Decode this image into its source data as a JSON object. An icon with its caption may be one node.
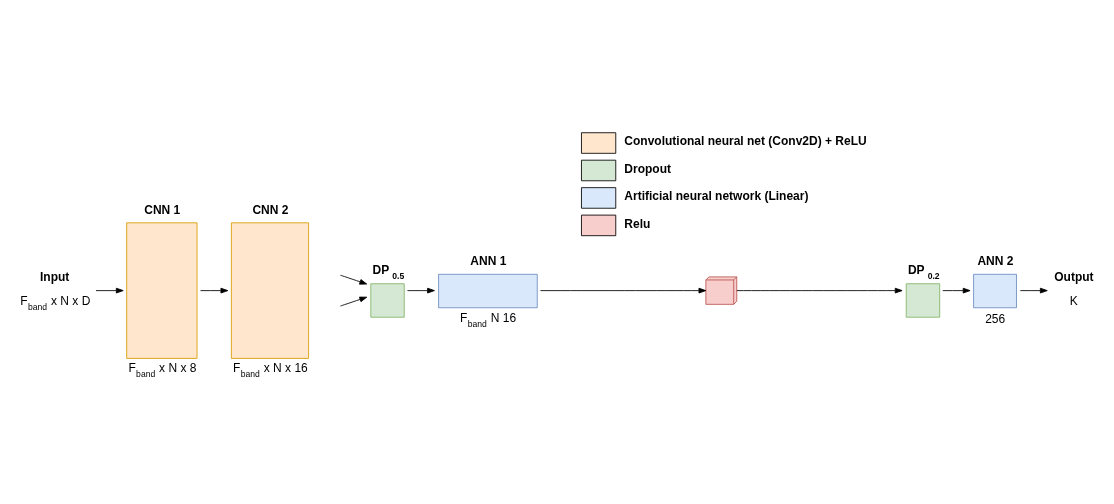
{
  "diagram": {
    "nodes": [
      {
        "text": [
          "Input",
          "F$_{band}$ x N x D"
        ]
      },
      {
        "text": [
          "CNN 1"
        ],
        "beside": [
          "F$_{band}$ x N x 8"
        ]
      },
      {
        "text": [
          "CNN 2"
        ],
        "beside": [
          "F$_{band}$ x N x 16"
        ]
      },
      {
        "text": [
          "DP $_{0.5}$"
        ]
      },
      {
        "text": [
          "ANN 1"
        ],
        "beside": [
          "F$_{band}$ N 16"
        ]
      },
      {
        "text": [],
        "shape": "box"
      },
      {
        "text": [
          "DP $_{0.2}$"
        ]
      },
      {
        "text": [
          "ANN 2"
        ],
        "beside": [
          "256"
        ]
      },
      {
        "text": [
          "Output",
          "K"
        ]
      }
    ],
    "edges": [
      {
        "from": 0,
        "to": 1,
        "arrow": "to"
      },
      {
        "from": 1,
        "to": 2,
        "arrow": "to"
      },
      {
        "from": null,
        "to": 3,
        "arrow": "to"
      },
      {
        "from": null,
        "to": 3,
        "arrow": "to"
      },
      {
        "from": 3,
        "to": 4,
        "arrow": "to"
      },
      {
        "from": 4,
        "to": 5,
        "arrow": "to"
      },
      {
        "from": 5,
        "to": 6,
        "arrow": "to"
      },
      {
        "from": 6,
        "to": 7,
        "arrow": "to"
      },
      {
        "from": 7,
        "to": 8,
        "arrow": "to"
      }
    ],
    "legend": [
      {
        "text": "Convolutional neural net (Conv2D) + ReLU",
        "color": "#ffe6cc"
      },
      {
        "text": "Dropout",
        "color": "#d5e8d4"
      },
      {
        "text": "Artificial neural network (Linear)",
        "color": "#dae8fc"
      },
      {
        "text": "Relu",
        "color": "#f8cecc"
      }
    ]
  }
}
